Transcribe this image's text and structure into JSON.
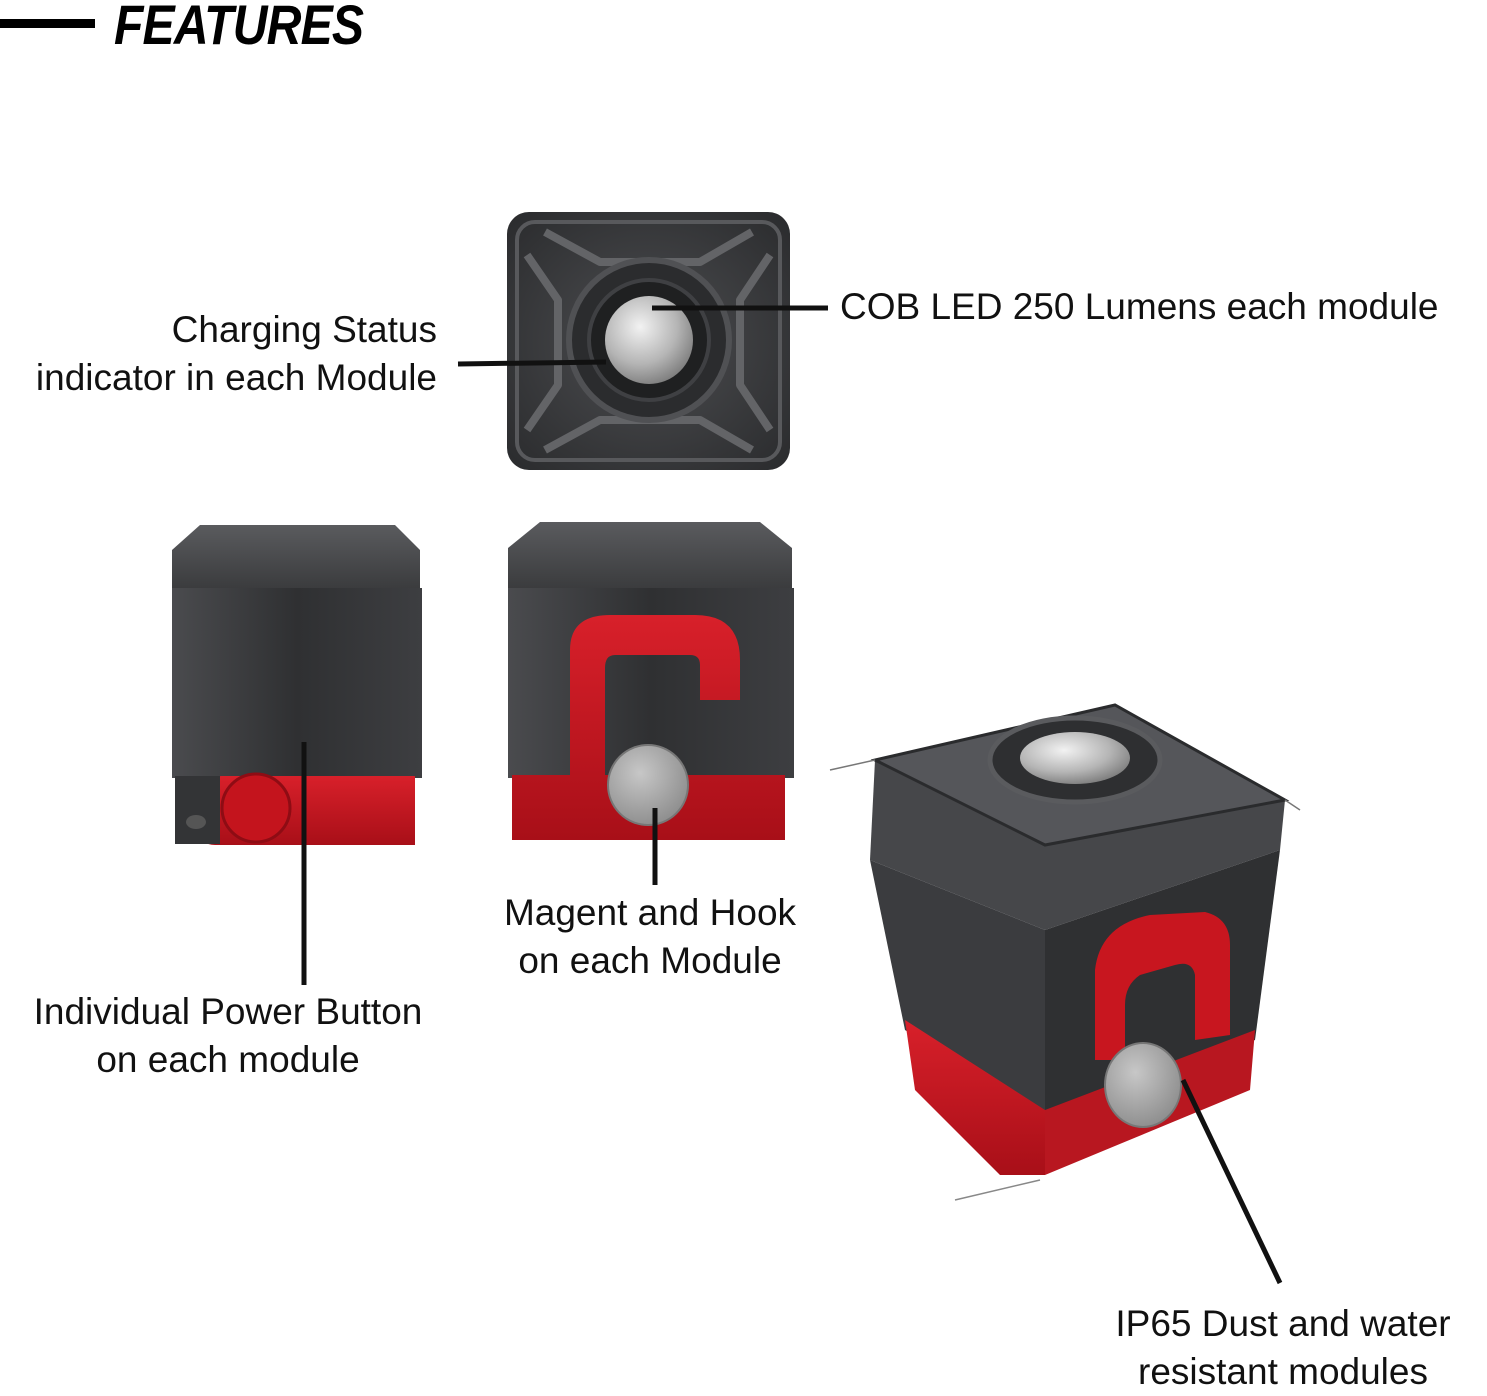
{
  "header": {
    "title": "FEATURES"
  },
  "callouts": {
    "charging": {
      "line1": "Charging Status",
      "line2": "indicator in each Module"
    },
    "cob": {
      "line1": "COB LED 250 Lumens each module"
    },
    "magnet": {
      "line1": "Magent and Hook",
      "line2": "on each Module"
    },
    "power": {
      "line1": "Individual Power Button",
      "line2": "on each module"
    },
    "ip65": {
      "line1": "IP65 Dust and water",
      "line2": "resistant modules"
    }
  },
  "colors": {
    "module_body": "#3a3b3d",
    "module_red": "#c8141e",
    "lens": "#b9b9b9",
    "text": "#111111"
  }
}
